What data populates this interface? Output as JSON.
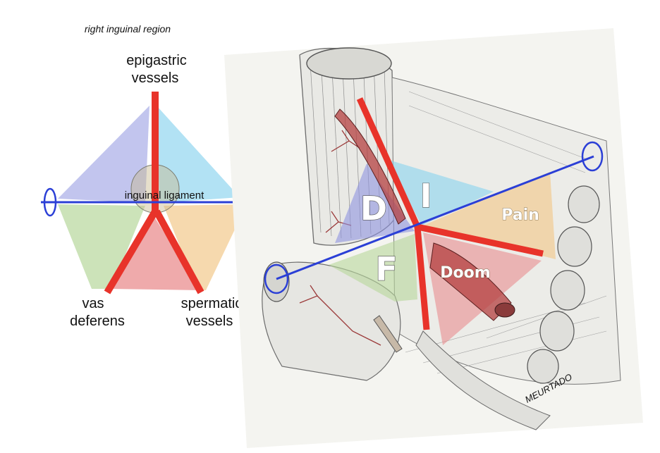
{
  "schematic": {
    "title": "right inguinal region",
    "labels": {
      "epigastric_1": "epigastric",
      "epigastric_2": "vessels",
      "inguinal_ligament": "inguinal ligament",
      "vas_1": "vas",
      "vas_2": "deferens",
      "spermatic_1": "spermatic",
      "spermatic_2": "vessels"
    }
  },
  "illustration": {
    "zones": {
      "direct": "D",
      "indirect": "I",
      "femoral": "F",
      "pain": "Pain",
      "doom": "Doom"
    },
    "signature": "MEURTADO"
  },
  "colors": {
    "direct": "#8f95e0",
    "indirect": "#88d3ee",
    "femoral": "#b7d79b",
    "pain": "#f2c98c",
    "doom": "#ea8e8f",
    "vessel_red": "#e8332a",
    "ligament_blue": "#2b3fd6"
  }
}
